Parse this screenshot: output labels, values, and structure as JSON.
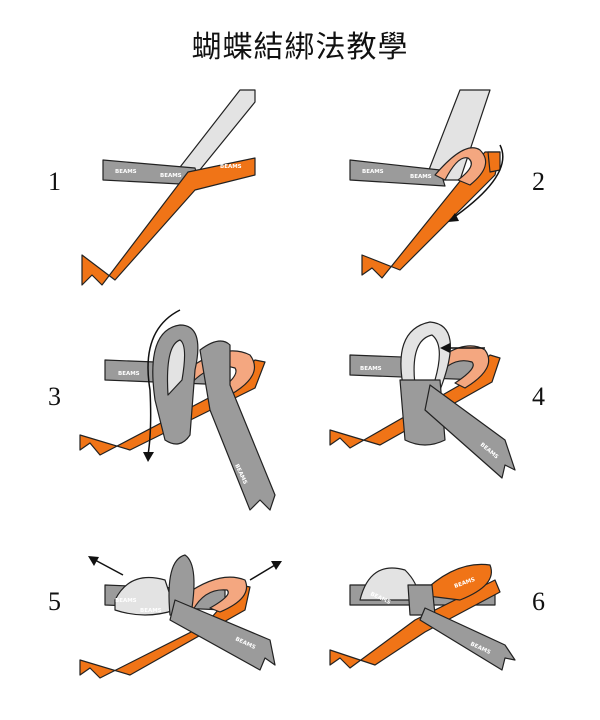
{
  "title": "蝴蝶結綁法教學",
  "ribbon_text": "BEAMS",
  "colors": {
    "orange": "#F07417",
    "orange_light": "#F4A780",
    "gray": "#9B9B9B",
    "gray_light": "#E3E3E3",
    "outline": "#222222"
  },
  "steps": [
    {
      "label": "1"
    },
    {
      "label": "2"
    },
    {
      "label": "3"
    },
    {
      "label": "4"
    },
    {
      "label": "5"
    },
    {
      "label": "6"
    }
  ]
}
